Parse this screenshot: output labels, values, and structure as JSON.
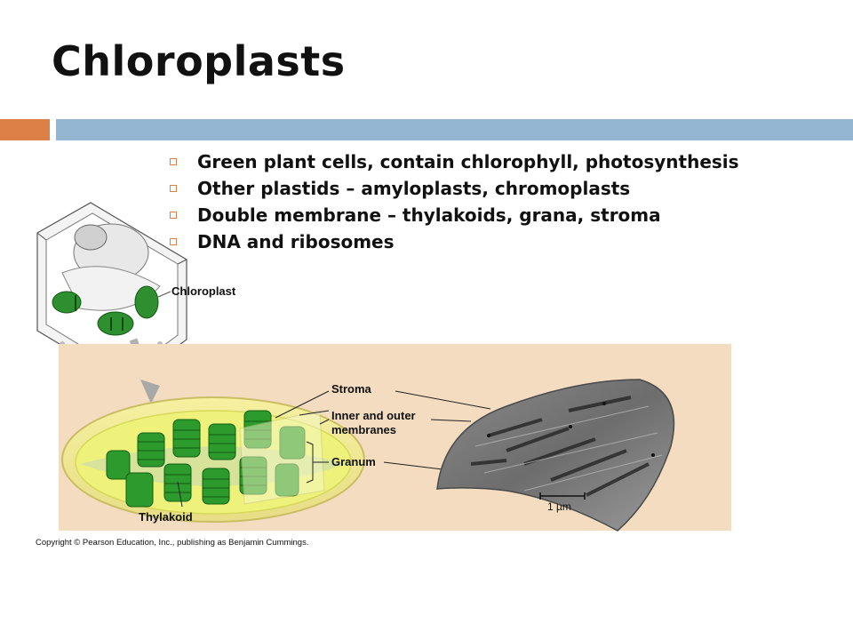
{
  "slide": {
    "title": "Chloroplasts",
    "accent_color": "#dd8047",
    "bar_color": "#94b6d2",
    "bullet_icon": "hollow-square-icon",
    "bullets": [
      "Green plant cells, contain chlorophyll, photosynthesis",
      "Other plastids – amyloplasts, chromoplasts",
      "Double membrane – thylakoids, grana, stroma",
      "DNA and ribosomes"
    ]
  },
  "figure": {
    "cell_label": "Chloroplast",
    "labels": {
      "stroma": "Stroma",
      "membranes_line1": "Inner and outer",
      "membranes_line2": "membranes",
      "granum": "Granum",
      "thylakoid": "Thylakoid",
      "scale": "1 µm"
    },
    "panel_color": "#f3dcc0",
    "chloroplast_color": "#2f9b2f"
  },
  "copyright": "Copyright © Pearson Education, Inc., publishing as Benjamin Cummings."
}
